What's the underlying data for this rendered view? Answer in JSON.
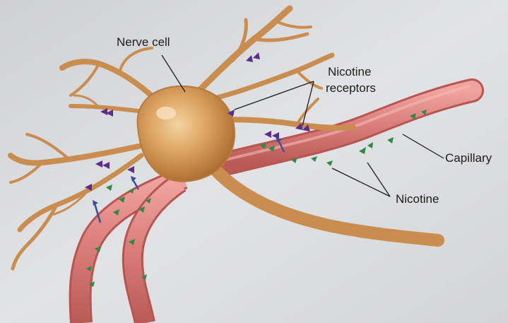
{
  "labels": {
    "nerve_cell": "Nerve cell",
    "receptors_line1": "Nicotine",
    "receptors_line2": "receptors",
    "capillary": "Capillary",
    "nicotine": "Nicotine"
  },
  "colors": {
    "page": "#d9dadc",
    "neuron_fill": "#d7a160",
    "neuron_dark": "#b97a3c",
    "capillary_fill": "#d97b78",
    "capillary_edge": "#b75552",
    "receptor": "#5b2e8c",
    "nicotine": "#2f8a45",
    "arrow": "#3c4ea0",
    "leader_line": "#1c1c1c"
  }
}
